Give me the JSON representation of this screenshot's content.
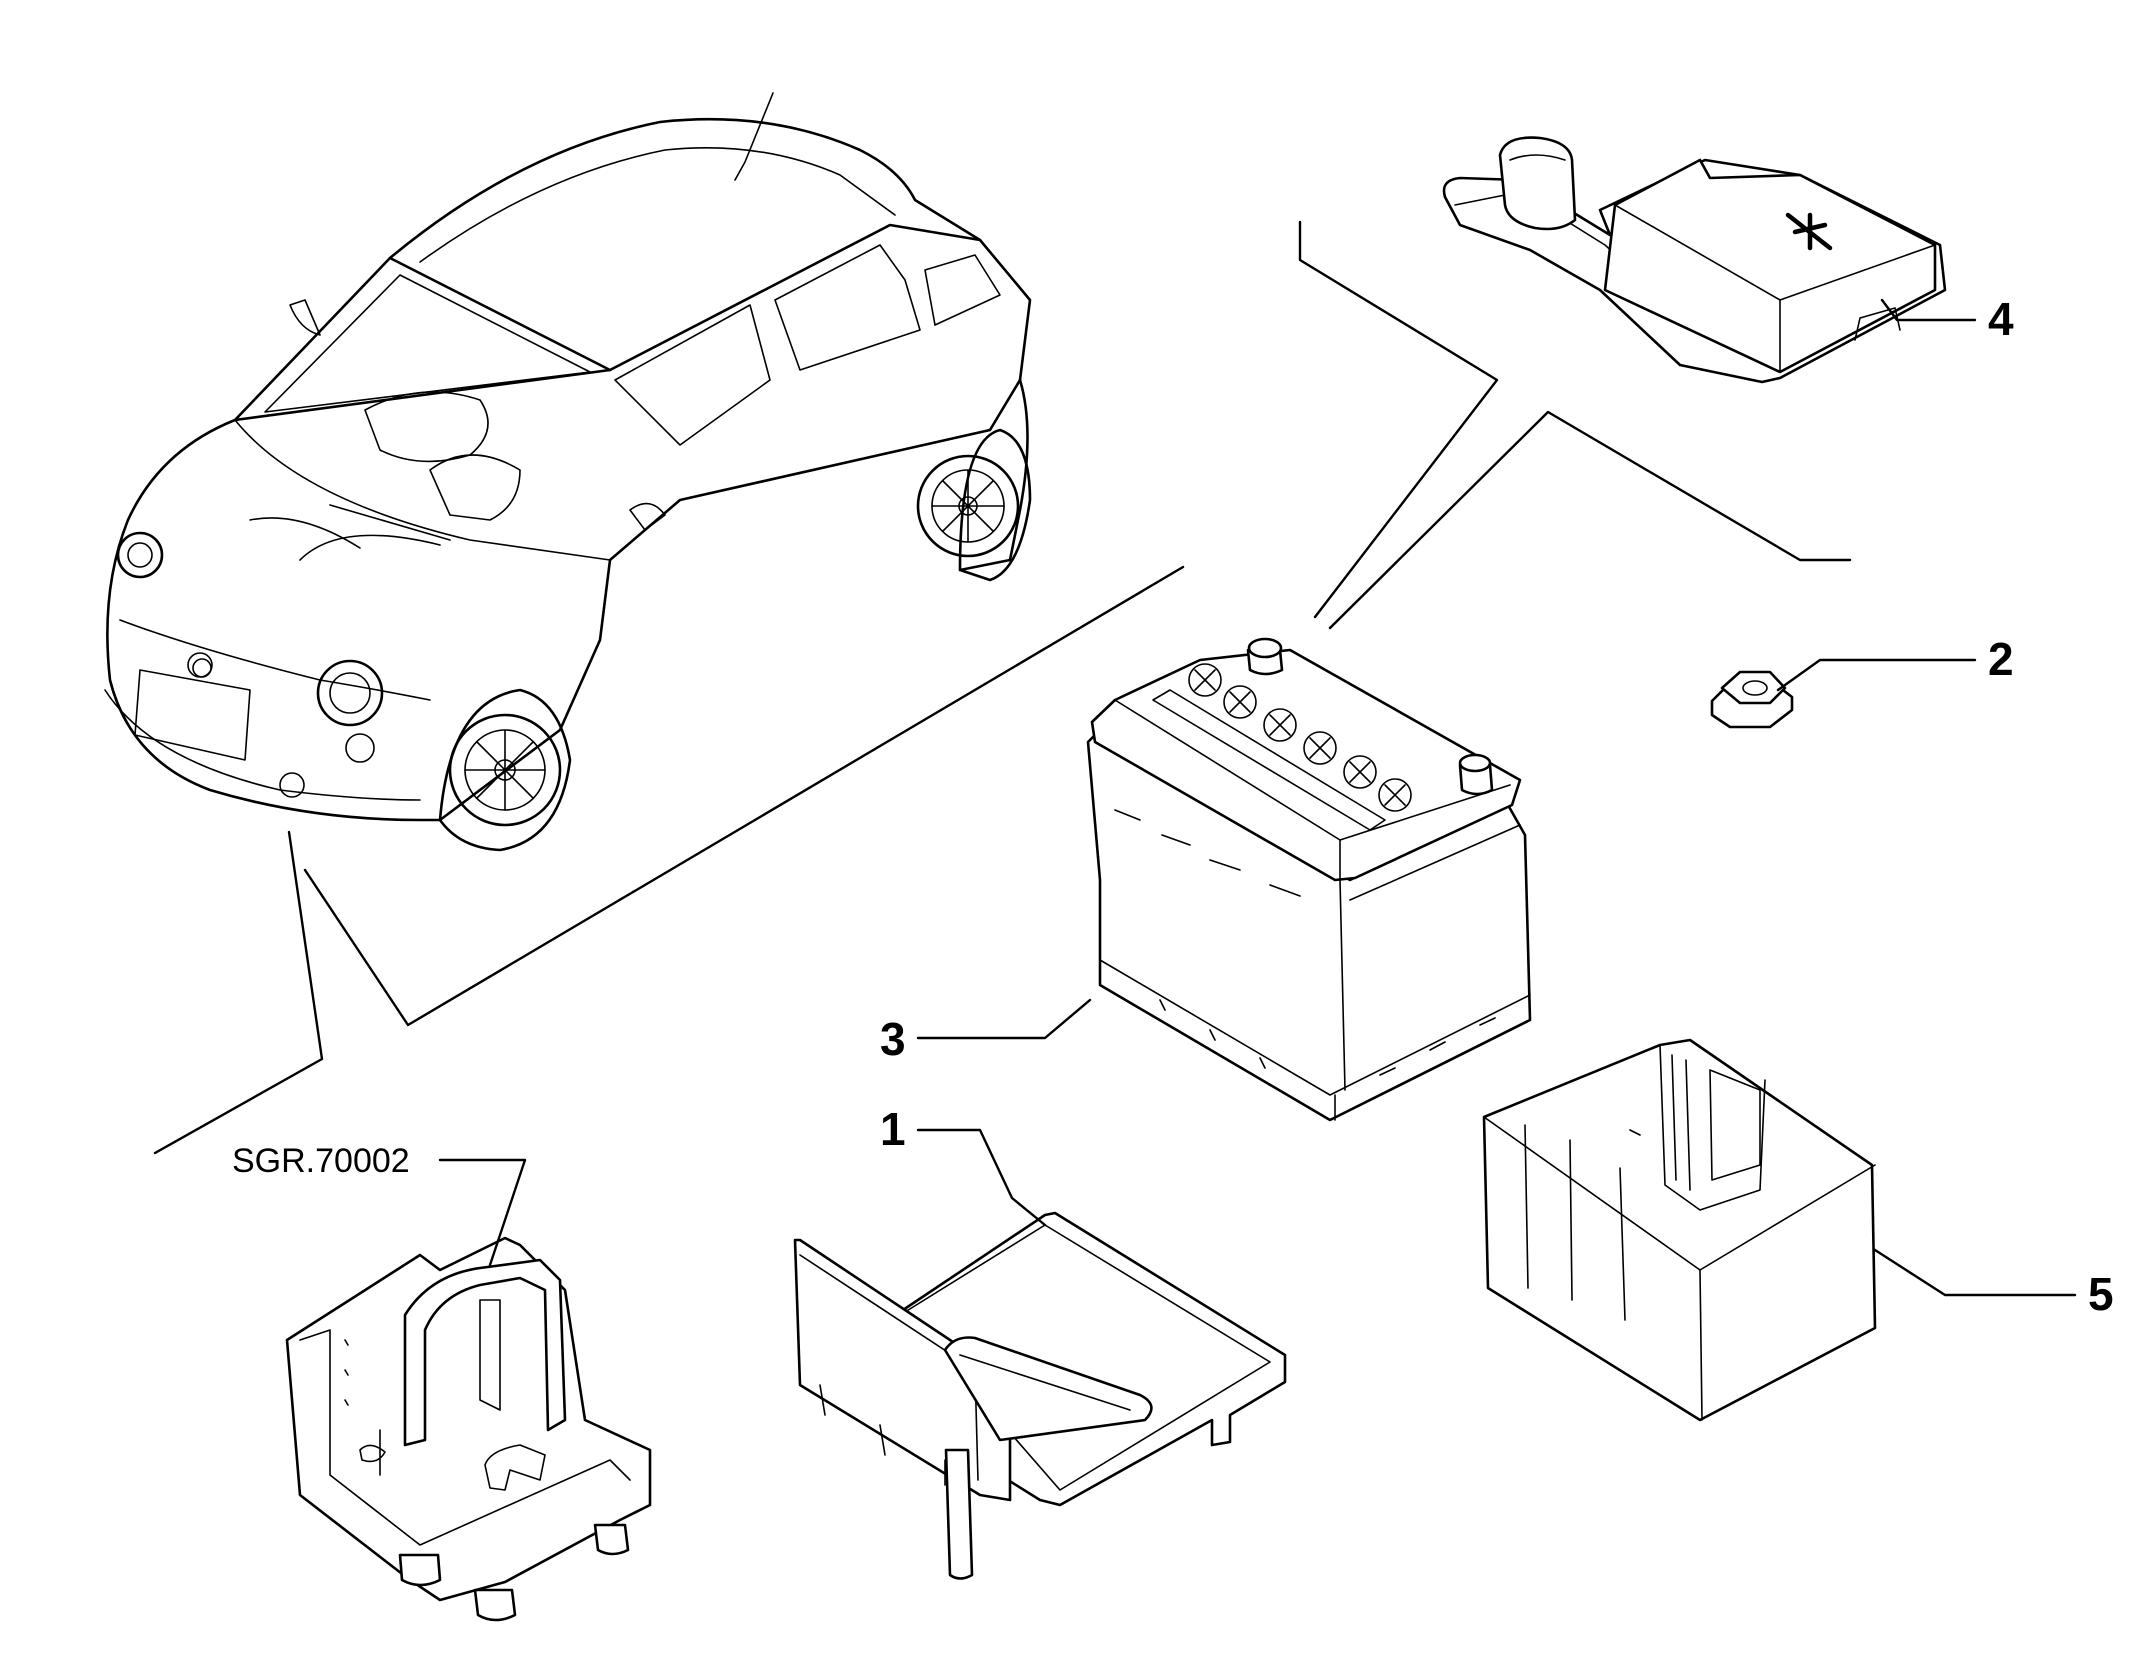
{
  "callouts": {
    "c1": "1",
    "c2": "2",
    "c3": "3",
    "c4": "4",
    "c5": "5"
  },
  "reference": "SGR.70002"
}
